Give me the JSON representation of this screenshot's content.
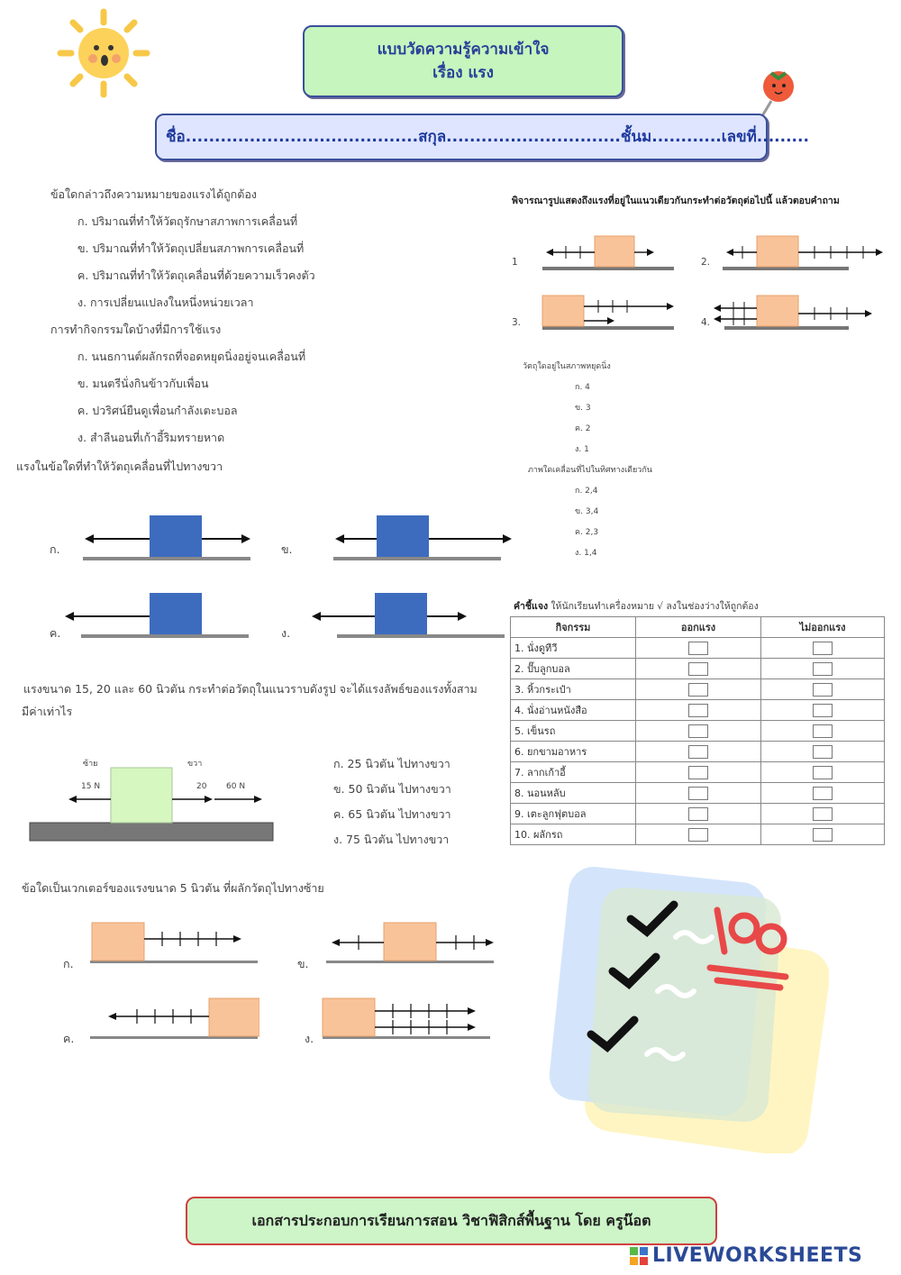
{
  "header": {
    "title_line1": "แบบวัดความรู้ความเข้าใจ",
    "title_line2": "เรื่อง แรง",
    "name_line": "ชื่อ........................................สกุล..............................ชั้นม............เลขที่........."
  },
  "q1": {
    "question": "ข้อใดกล่าวถึงความหมายของแรงได้ถูกต้อง",
    "choices": [
      "ก. ปริมาณที่ทำให้วัตถุรักษาสภาพการเคลื่อนที่",
      "ข. ปริมาณที่ทำให้วัตถุเปลี่ยนสภาพการเคลื่อนที่",
      "ค. ปริมาณที่ทำให้วัตถุเคลื่อนที่ด้วยความเร็วคงตัว",
      "ง. การเปลี่ยนแปลงในหนึ่งหน่วยเวลา"
    ]
  },
  "q2": {
    "question": "การทำกิจกรรมใดบ้างที่มีการใช้แรง",
    "choices": [
      "ก. นนธกานต์ผลักรถที่จอดหยุดนิ่งอยู่จนเคลื่อนที่",
      "ข. มนตรีนั่งกินข้าวกับเพื่อน",
      "ค. ปวริศน์ยืนดูเพื่อนกำลังเตะบอล",
      "ง. สำลีนอนที่เก้าอี้ริมทรายหาด"
    ]
  },
  "q3": {
    "question": "แรงในข้อใดที่ทำให้วัตถุเคลื่อนที่ไปทางขวา",
    "labels": [
      "ก.",
      "ข.",
      "ค.",
      "ง."
    ]
  },
  "q4": {
    "line1": "แรงขนาด  15, 20  และ 60 นิวตัน  กระทำต่อวัตถุในแนวราบดังรูป จะได้แรงลัพธ์ของแรงทั้งสาม",
    "line2": "มีค่าเท่าไร",
    "left_label": "ซ้าย",
    "right_label": "ขวา",
    "f1": "15  N",
    "f2": "20",
    "f3": "60 N",
    "choices": [
      "ก.  25  นิวตัน  ไปทางขวา",
      "ข.  50  นิวตัน  ไปทางขวา",
      "ค.  65  นิวตัน  ไปทางขวา",
      "ง.  75  นิวตัน  ไปทางขวา"
    ]
  },
  "q5": {
    "question": "ข้อใดเป็นเวกเตอร์ของแรงขนาด 5 นิวตัน ที่ผลักวัตถุไปทางซ้าย",
    "labels": [
      "ก.",
      "ข.",
      "ค.",
      "ง."
    ]
  },
  "right_section": {
    "instruction": "พิจารณารูปแสดงถึงแรงที่อยู่ในแนวเดียวกันกระทำต่อวัตถุต่อไปนี้ แล้วตอบคำถาม",
    "figure_labels": [
      "1",
      "2.",
      "3.",
      "4."
    ],
    "sub1": {
      "question": "วัตถุใดอยู่ในสภาพหยุดนิ่ง",
      "choices": [
        "ก. 4",
        "ข. 3",
        "ค. 2",
        "ง. 1"
      ]
    },
    "sub2": {
      "question": "ภาพใดเคลื่อนที่ไปในทิศทางเดียวกัน",
      "choices": [
        "ก. 2,4",
        "ข. 3,4",
        "ค. 2,3",
        "ง. 1,4"
      ]
    }
  },
  "activity": {
    "instruction_bold": "คำชี้แจง",
    "instruction_rest": " ให้นักเรียนทำเครื่องหมาย √ ลงในช่องว่างให้ถูกต้อง",
    "headers": [
      "กิจกรรม",
      "ออกแรง",
      "ไม่ออกแรง"
    ],
    "rows": [
      "1. นั่งดูทีวี",
      "2. ปั๊บลูกบอล",
      "3. หิ้วกระเป๋า",
      "4. นั่งอ่านหนังสือ",
      "5. เข็นรถ",
      "6. ยกขามอาหาร",
      "7. ลากเก้าอี้",
      "8. นอนหลับ",
      "9. เตะลูกฟุตบอล",
      "10. ผลักรถ"
    ]
  },
  "footer": {
    "text": "เอกสารประกอบการเรียนการสอน วิชาฟิสิกส์พื้นฐาน โดย ครูน๊อต",
    "brand": "LIVEWORKSHEETS"
  },
  "colors": {
    "title_bg": "#c6f5bd",
    "name_bg": "#dfe5ff",
    "border_blue": "#3a4f9a",
    "box_blue": "#3d6cbf",
    "box_orange": "#f9c39a",
    "box_green": "#d6f7c0",
    "footer_border": "#d04040"
  }
}
